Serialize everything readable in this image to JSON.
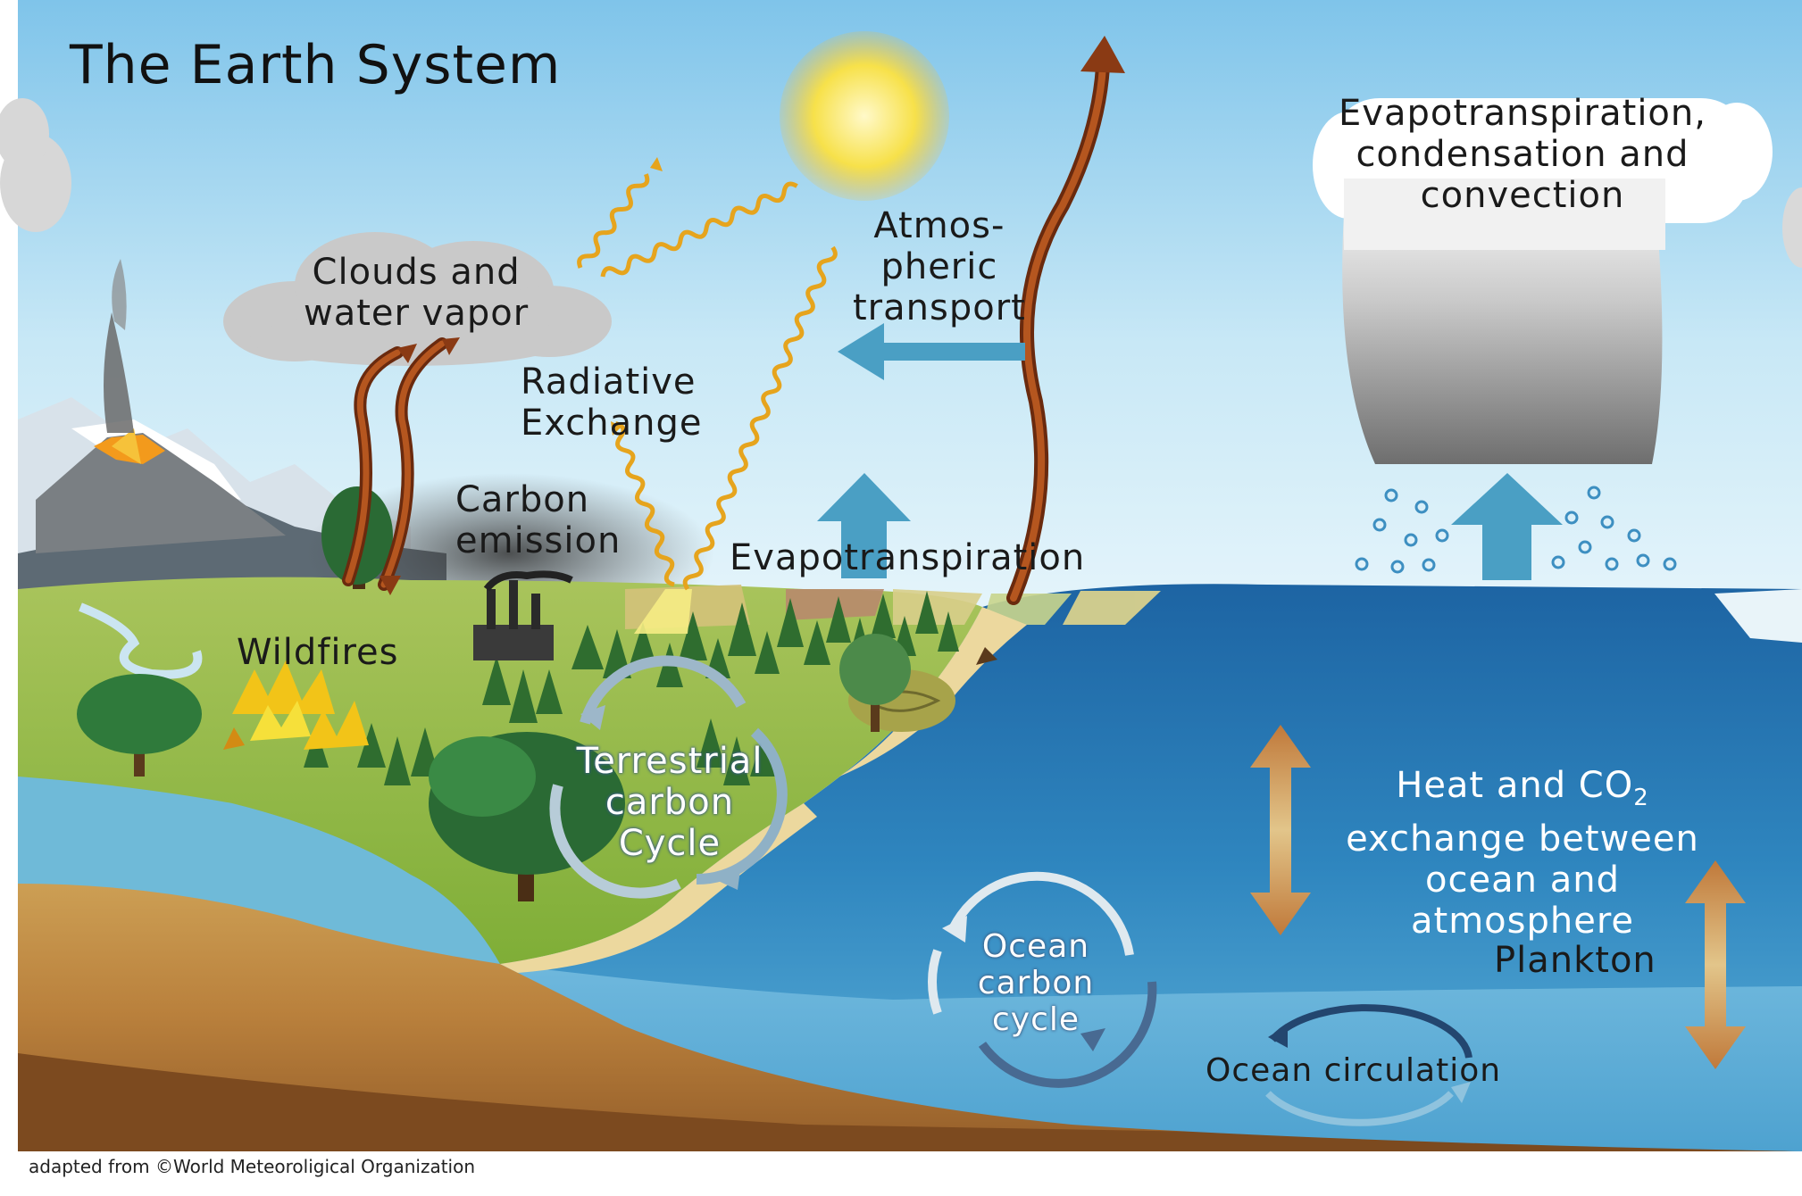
{
  "title": "The Earth System",
  "credit": "adapted from ©World Meteoroligical Organization",
  "labels": {
    "clouds": [
      "Clouds and",
      "water vapor"
    ],
    "radiative": [
      "Radiative",
      "Exchange"
    ],
    "carbon_emission": [
      "Carbon",
      "emission"
    ],
    "wildfires": "Wildfires",
    "atmospheric": [
      "Atmos-",
      "pheric",
      "transport"
    ],
    "evapotranspiration": "Evapotranspiration",
    "evap_cond_conv": [
      "Evapotranspiration,",
      "condensation and",
      "convection"
    ],
    "heat_exchange": {
      "line1_pre": "Heat  and CO",
      "line1_sub": "2",
      "line2": "exchange between",
      "line3": "ocean and",
      "line4": "atmosphere"
    },
    "plankton": "Plankton",
    "terrestrial": [
      "Terrestrial",
      "carbon",
      "Cycle"
    ],
    "ocean_cycle": [
      "Ocean",
      "carbon",
      "cycle"
    ],
    "ocean_circulation": "Ocean circulation"
  },
  "colors": {
    "sky_top": "#7fc4ea",
    "sky_bottom": "#dff2fb",
    "ocean": "#1f6fae",
    "land": "#8cbb3e",
    "arrow_brown": "#8a3a14",
    "arrow_blue": "#4a9fc4",
    "sun": "#f7e14a"
  }
}
